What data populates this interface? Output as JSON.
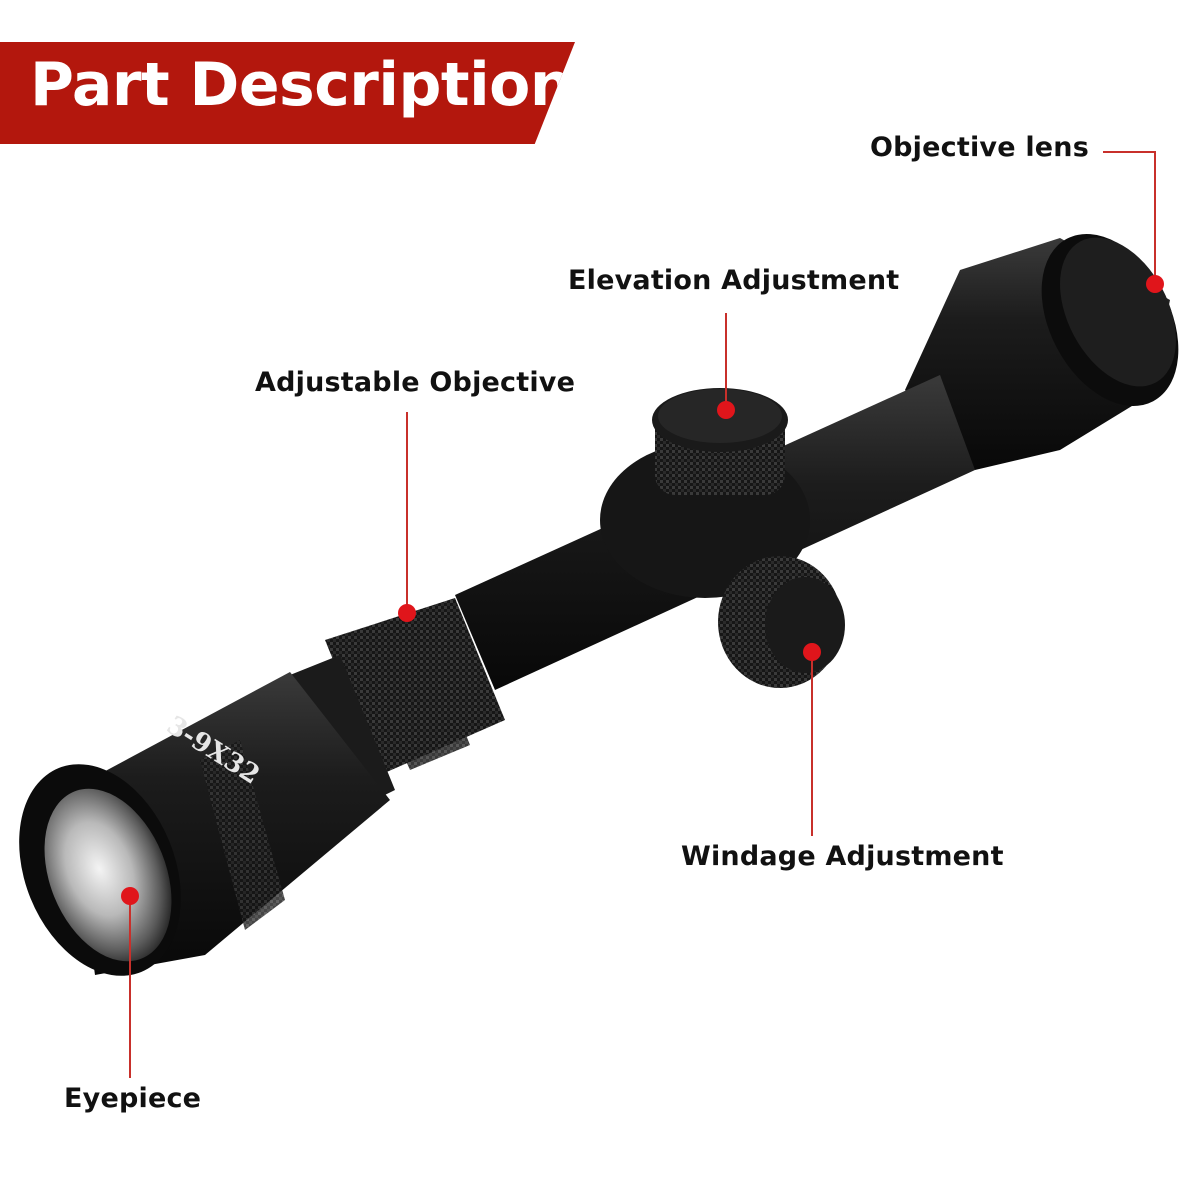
{
  "header": {
    "title": "Part Description"
  },
  "product": {
    "engraving": "3-9X32"
  },
  "callouts": {
    "objective_lens": "Objective lens",
    "elevation_adjustment": "Elevation Adjustment",
    "adjustable_objective": "Adjustable Objective",
    "windage_adjustment": "Windage Adjustment",
    "eyepiece": "Eyepiece"
  },
  "colors": {
    "banner": "#b3170d",
    "callout_line": "#c8302b",
    "callout_dot": "#e0151b",
    "scope_body": "#141414"
  }
}
